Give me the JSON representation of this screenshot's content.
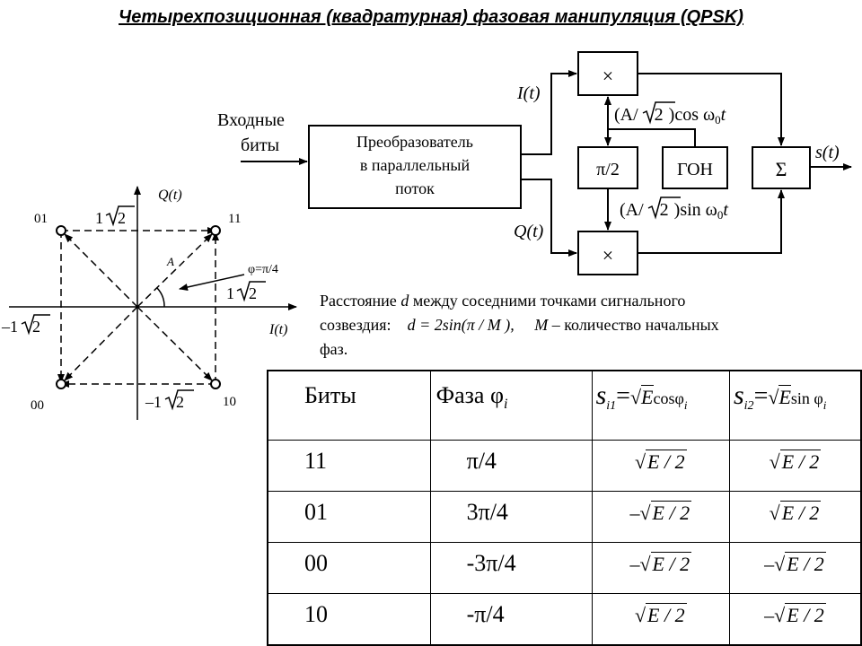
{
  "title": "Четырехпозиционная (квадратурная) фазовая манипуляция (QPSK)",
  "block": {
    "input_label_1": "Входные",
    "input_label_2": "биты",
    "converter_1": "Преобразователь",
    "converter_2": "в параллельный",
    "converter_3": "поток",
    "i_label": "I(t)",
    "q_label": "Q(t)",
    "mult_symbol": "×",
    "phase_shift": "π/2",
    "gon": "ГОН",
    "sum_symbol": "Σ",
    "output_label": "s(t)",
    "cos_label_a": "(A/",
    "cos_label_b": "2",
    "cos_label_c": ")cos ω",
    "cos_label_d": "0",
    "cos_label_e": "t",
    "sin_label_a": "(A/",
    "sin_label_b": "2",
    "sin_label_c": ")sin ω",
    "sin_label_d": "0",
    "sin_label_e": "t"
  },
  "constellation": {
    "q_axis": "Q(t)",
    "i_axis": "I(t)",
    "pt_01": "01",
    "pt_11": "11",
    "pt_00": "00",
    "pt_10": "10",
    "amp_label": "A",
    "phi_label": "φ=π/4",
    "top_value_a": "1",
    "top_value_b": "2",
    "right_value_a": "1",
    "right_value_b": "2",
    "left_value_a": "–1",
    "left_value_b": "2",
    "bottom_value_a": "–1",
    "bottom_value_b": "2"
  },
  "paragraph": {
    "line1_a": "Расстояние ",
    "line1_d": "d",
    "line1_b": " между соседними точками сигнального",
    "line2_a": "созвездия: ",
    "formula": "d = 2sin(π / M ),",
    "line2_b": "M",
    "line2_c": " – количество начальных",
    "line3": "фаз."
  },
  "table": {
    "headers": {
      "bits": "Биты",
      "phase_a": "Фаза φ",
      "phase_b": "i",
      "s1_a": "s",
      "s1_sub": "i1",
      "s1_b": "=",
      "s1_rad": "E",
      "s1_c": "cosφ",
      "s1_d": "i",
      "s2_a": "s",
      "s2_sub": "i2",
      "s2_b": "=",
      "s2_rad": "E",
      "s2_c": "sin φ",
      "s2_d": "i"
    },
    "rows": [
      {
        "bits": "11",
        "phase": "π/4",
        "s1_sign": "",
        "s1": "E / 2",
        "s2_sign": "",
        "s2": "E / 2"
      },
      {
        "bits": "01",
        "phase": "3π/4",
        "s1_sign": "–",
        "s1": "E / 2",
        "s2_sign": "",
        "s2": "E / 2"
      },
      {
        "bits": "00",
        "phase": "-3π/4",
        "s1_sign": "–",
        "s1": "E / 2",
        "s2_sign": "–",
        "s2": "E / 2"
      },
      {
        "bits": "10",
        "phase": "-π/4",
        "s1_sign": "",
        "s1": "E / 2",
        "s2_sign": "–",
        "s2": "E / 2"
      }
    ]
  }
}
